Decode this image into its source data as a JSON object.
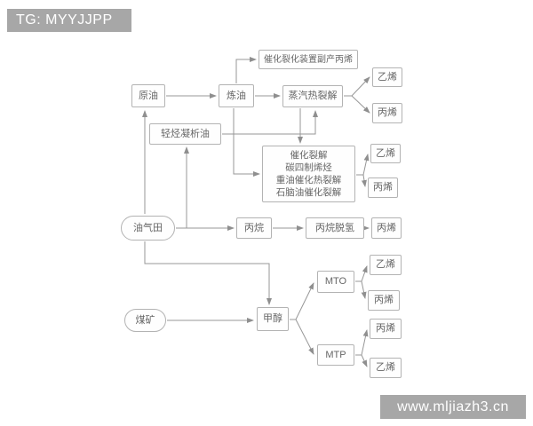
{
  "header": {
    "tag_text": "TG: MYYJJPP"
  },
  "watermark": {
    "url_text": "www.mljiazh3.cn"
  },
  "colors": {
    "bar_background": "#a7a7a7",
    "bar_text": "#ffffff",
    "node_border": "#b3b3b3",
    "node_text": "#666666",
    "connector_line": "#979797",
    "page_background": "#ffffff"
  },
  "flowchart": {
    "nodes": {
      "cat_crack_byproduct": {
        "label": "催化裂化装置副产丙烯"
      },
      "crude_oil": {
        "label": "原油"
      },
      "refining": {
        "label": "炼油"
      },
      "steam_cracking": {
        "label": "蒸汽热裂解"
      },
      "ethylene_1": {
        "label": "乙烯"
      },
      "propylene_1": {
        "label": "丙烯"
      },
      "light_condensate": {
        "label": "轻烃凝析油"
      },
      "multi_process": {
        "lines": [
          "催化裂解",
          "碳四制烯烃",
          "重油催化热裂解",
          "石脑油催化裂解"
        ]
      },
      "ethylene_2": {
        "label": "乙烯"
      },
      "propylene_2": {
        "label": "丙烯"
      },
      "oil_gas_field": {
        "label": "油气田"
      },
      "propane": {
        "label": "丙烷"
      },
      "propane_dehydrogenation": {
        "label": "丙烷脱氢"
      },
      "propylene_3": {
        "label": "丙烯"
      },
      "coal_mine": {
        "label": "煤矿"
      },
      "methanol": {
        "label": "甲醇"
      },
      "mto": {
        "label": "MTO"
      },
      "ethylene_3": {
        "label": "乙烯"
      },
      "propylene_4": {
        "label": "丙烯"
      },
      "mtp": {
        "label": "MTP"
      },
      "propylene_5": {
        "label": "丙烯"
      },
      "ethylene_4": {
        "label": "乙烯"
      }
    }
  }
}
